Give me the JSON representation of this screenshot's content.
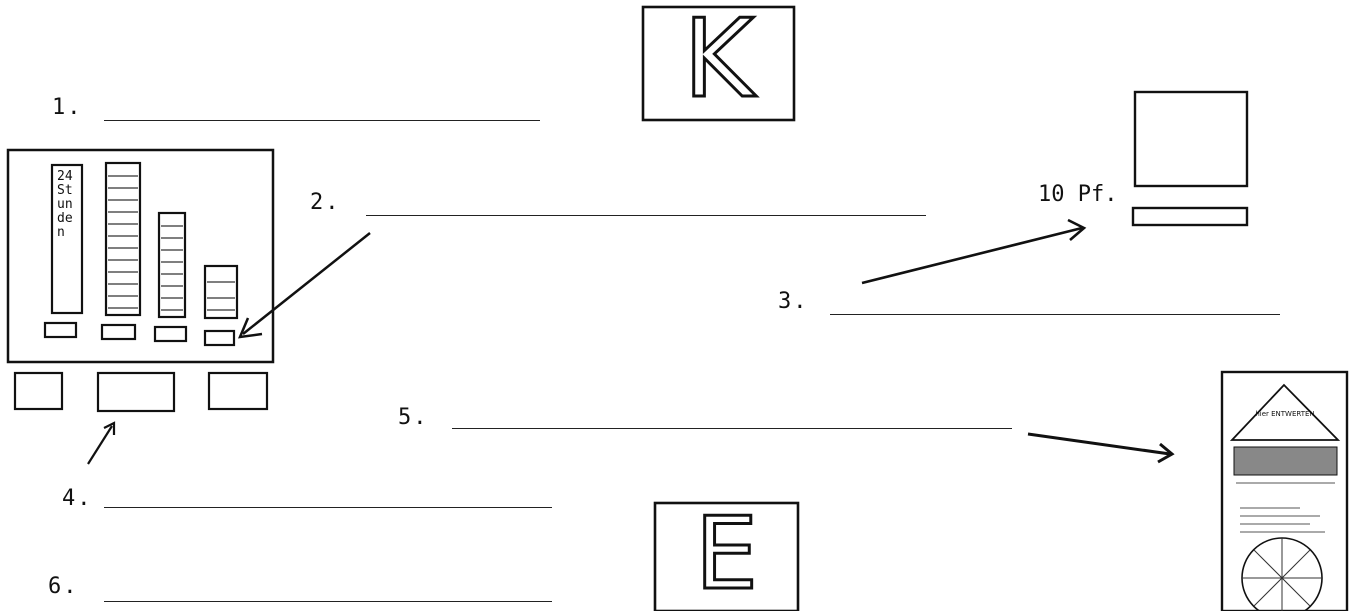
{
  "blanks": [
    {
      "number": "1."
    },
    {
      "number": "2."
    },
    {
      "number": "3."
    },
    {
      "number": "4."
    },
    {
      "number": "5."
    },
    {
      "number": "6."
    }
  ],
  "signs": {
    "top": "K",
    "bottom": "E"
  },
  "coin_label": "10 Pf.",
  "stripes_label": "24 Stunden",
  "ticket": {
    "header": "hier ENTWERTEN",
    "icon": "ticket-stamp-icon"
  }
}
